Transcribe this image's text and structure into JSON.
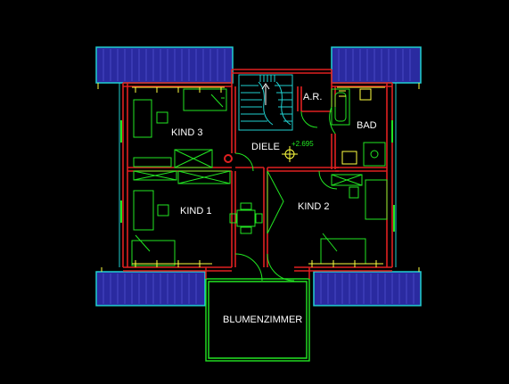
{
  "rooms": {
    "kind3": "KIND 3",
    "kind1": "KIND 1",
    "kind2": "KIND 2",
    "diele": "DIELE",
    "ar": "A.R.",
    "bad": "BAD",
    "blumenzimmer": "BLUMENZIMMER"
  },
  "level": "+2.695",
  "colors": {
    "background": "#000000",
    "wall": "#e02020",
    "furniture": "#22e622",
    "roof_window": "#2a2aa0",
    "frame": "#20d0d0",
    "fixture": "#ffff40",
    "text": "#ffffff"
  }
}
